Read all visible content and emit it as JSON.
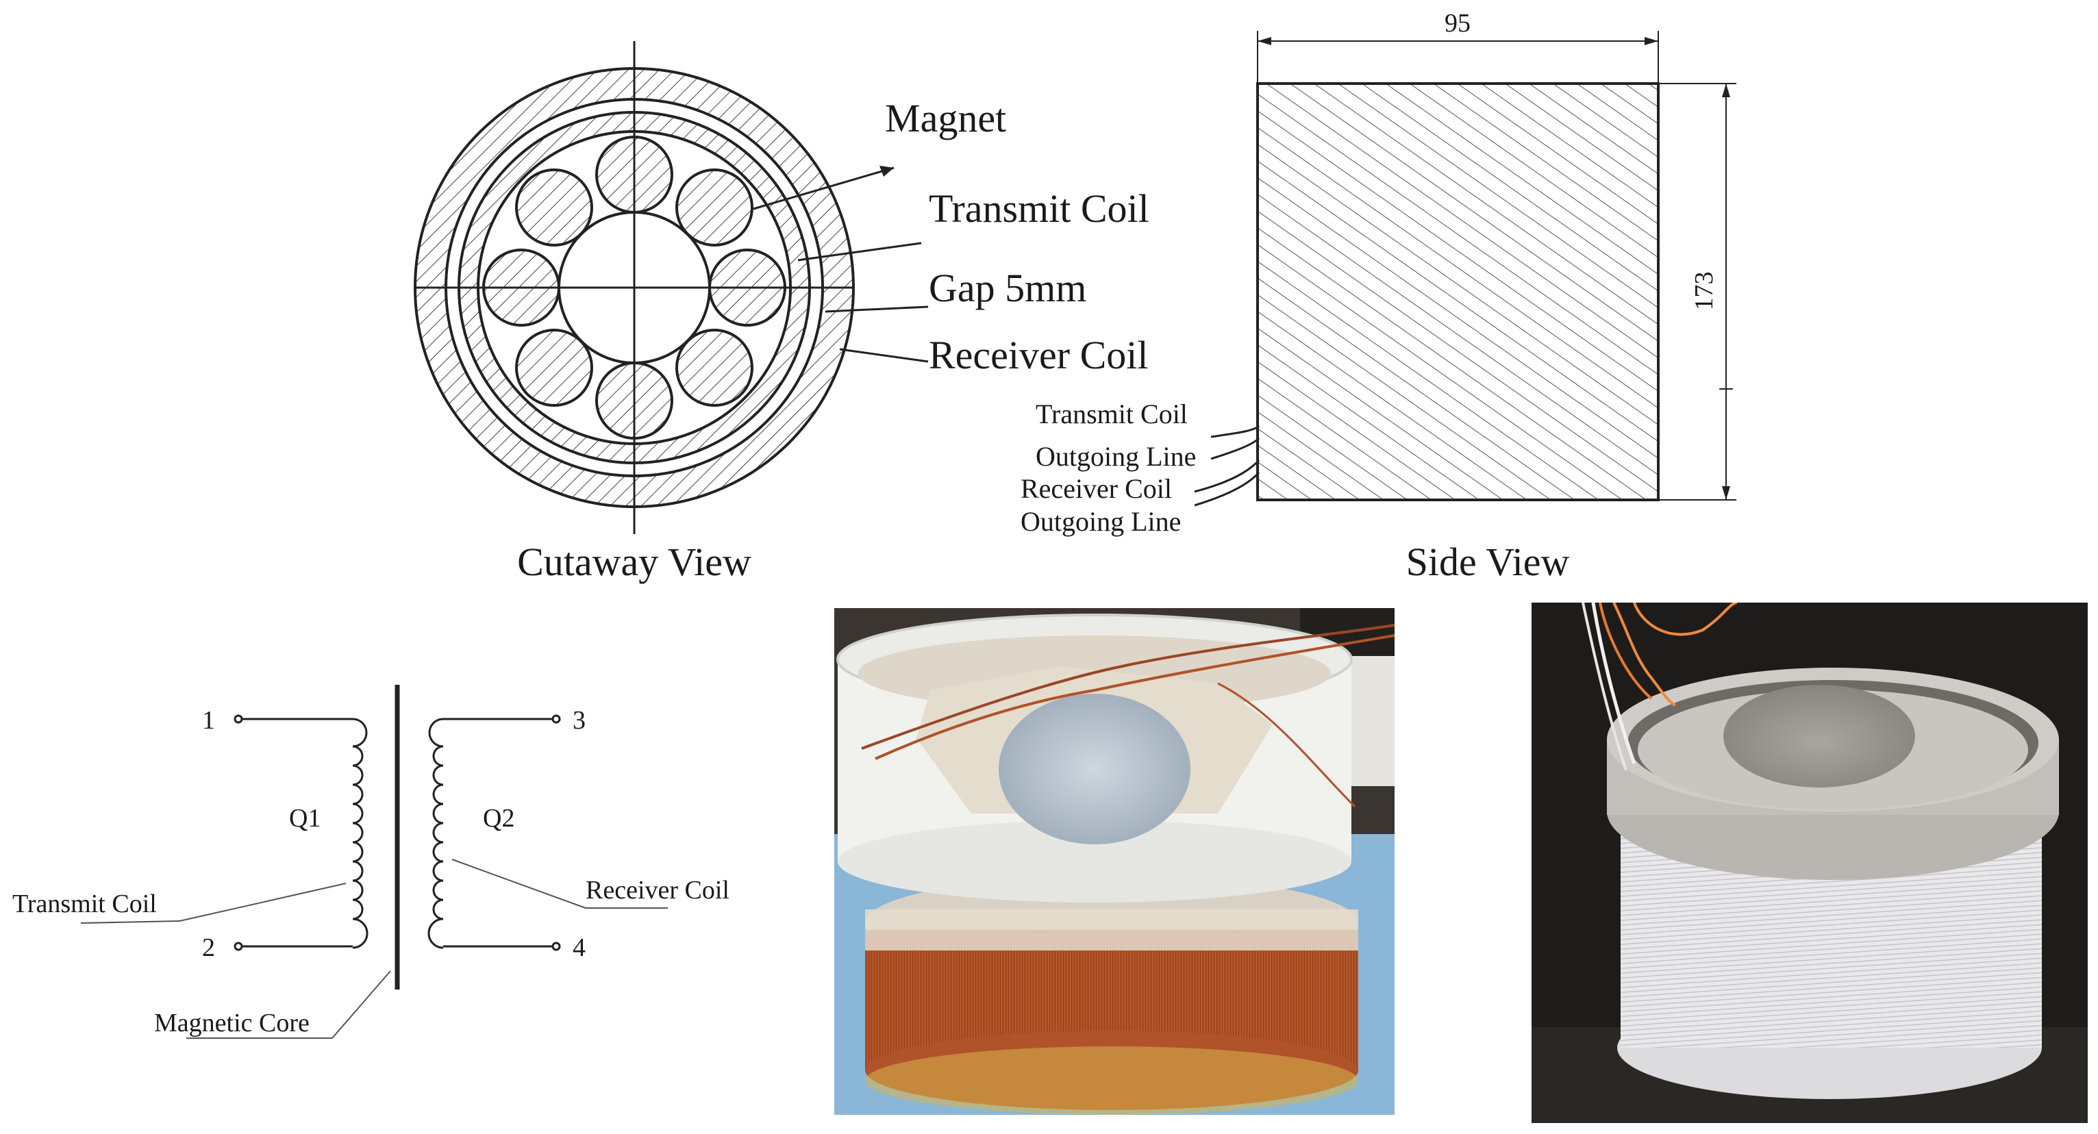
{
  "cutaway": {
    "caption": "Cutaway View",
    "labels": {
      "magnet": "Magnet",
      "transmit_coil": "Transmit Coil",
      "gap": "Gap 5mm",
      "receiver_coil": "Receiver Coil"
    }
  },
  "side": {
    "caption": "Side View",
    "width_dim": "95",
    "height_dim": "173",
    "labels": {
      "transmit_coil": "Transmit Coil",
      "outgoing_line_1": "Outgoing Line",
      "receiver_coil": "Receiver Coil",
      "outgoing_line_2": "Outgoing Line"
    }
  },
  "schematic": {
    "terminals": {
      "t1": "1",
      "t2": "2",
      "t3": "3",
      "t4": "4"
    },
    "primary": "Q1",
    "secondary": "Q2",
    "transmit_coil": "Transmit Coil",
    "receiver_coil": "Receiver Coil",
    "magnetic_core": "Magnetic Core"
  },
  "photos": {
    "colors": {
      "copper": "#b0522a",
      "pipe_white": "#f1f1ee",
      "grey_plastic": "#c9c6c1",
      "dark_bg": "#2e2b28",
      "orange_wire": "#f08a3c",
      "blue_mat": "#8ab6d8"
    }
  }
}
